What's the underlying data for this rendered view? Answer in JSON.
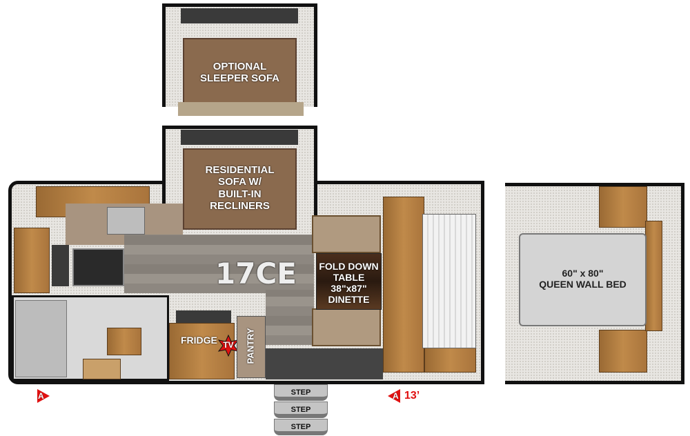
{
  "model": "17CE",
  "slides": {
    "optional_sofa": "OPTIONAL\nSLEEPER SOFA",
    "residential_sofa": "RESIDENTIAL\nSOFA W/\nBUILT-IN\nRECLINERS"
  },
  "dinette": "FOLD DOWN\nTABLE\n38\"x87\"\nDINETTE",
  "fridge": "FRIDGE",
  "tv": "TV",
  "pantry": "PANTRY",
  "wall_bed": "60\" x 80\"\nQUEEN WALL BED",
  "steps": [
    "STEP",
    "STEP",
    "STEP"
  ],
  "markers": {
    "a_left": "A",
    "a_right": "A",
    "dimension": "13’"
  },
  "colors": {
    "accent": "#e01010",
    "outline": "#111111"
  }
}
